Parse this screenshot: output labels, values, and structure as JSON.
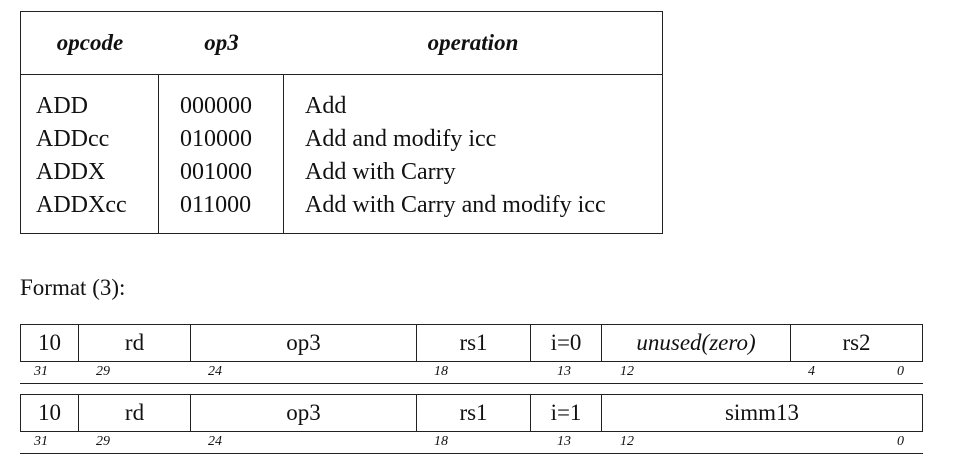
{
  "opcode_table": {
    "headers": {
      "opcode": "opcode",
      "op3": "op3",
      "operation": "operation"
    },
    "rows": [
      {
        "opcode": "ADD",
        "op3": "000000",
        "operation": "Add"
      },
      {
        "opcode": "ADDcc",
        "op3": "010000",
        "operation": "Add and modify icc"
      },
      {
        "opcode": "ADDX",
        "op3": "001000",
        "operation": "Add with Carry"
      },
      {
        "opcode": "ADDXcc",
        "op3": "011000",
        "operation": "Add with Carry and modify icc"
      }
    ]
  },
  "format_label": "Format (3):",
  "formats": [
    {
      "fields": [
        "10",
        "rd",
        "op3",
        "rs1",
        "i=0",
        "unused(zero)",
        "rs2"
      ],
      "bits": [
        "31",
        "29",
        "24",
        "18",
        "13",
        "12",
        "4",
        "0"
      ]
    },
    {
      "fields": [
        "10",
        "rd",
        "op3",
        "rs1",
        "i=1",
        "simm13"
      ],
      "bits": [
        "31",
        "29",
        "24",
        "18",
        "13",
        "12",
        "0"
      ]
    }
  ]
}
